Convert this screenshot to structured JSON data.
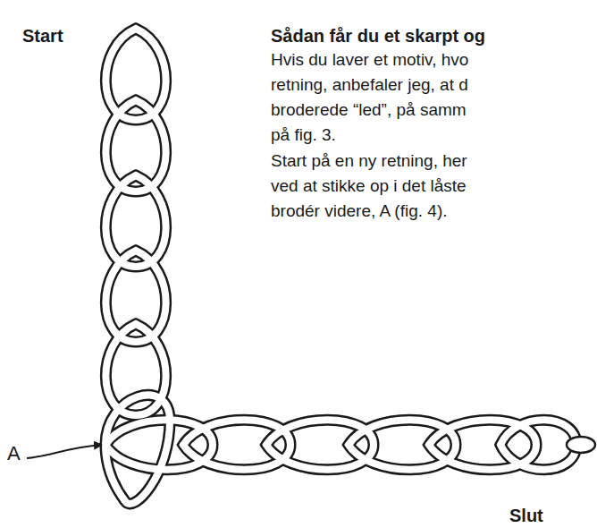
{
  "diagram": {
    "title": "Sådan får du et skarpt og",
    "labels": [
      "Start",
      "Hvis du laver et motiv, hvo",
      "retning, anbefaler jeg, at d",
      "broderede “led”, på samm",
      "på fig. 3.",
      "Start på en ny retning, her",
      "ved at stikke op i det låste",
      "brodér videre, A (fig. 4).",
      "A",
      "Slut"
    ]
  }
}
